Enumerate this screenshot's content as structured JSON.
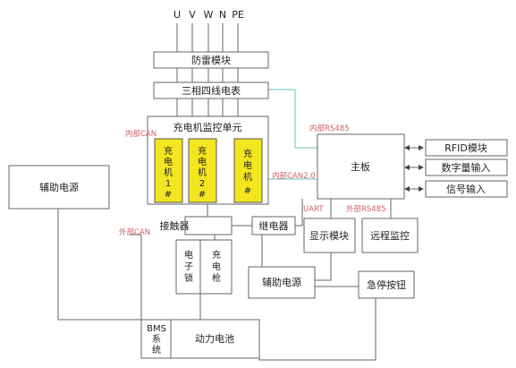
{
  "phases": [
    "U",
    "V",
    "W",
    "N",
    "PE"
  ],
  "blocks": {
    "surge": "防雷模块",
    "meter": "三相四线电表",
    "monitor": "充电机监控单元",
    "chargers": [
      [
        "充",
        "电",
        "机",
        "1",
        "#"
      ],
      [
        "充",
        "电",
        "机",
        "2",
        "#"
      ],
      [
        "充",
        "电",
        "机",
        "#"
      ]
    ],
    "main_board": "主板",
    "rfid": "RFID模块",
    "digital_input": "数字量输入",
    "signal_input": "信号输入",
    "aux_power_left": "辅助电源",
    "contactor": "接触器",
    "relay": "继电器",
    "display": "显示模块",
    "remote_monitor": "远程监控",
    "e_lock": [
      "电",
      "子",
      "锁"
    ],
    "charge_gun": [
      "充",
      "电",
      "枪"
    ],
    "aux_power_bottom": "辅助电源",
    "estop": "急停按钮",
    "bms": [
      "BMS",
      "系",
      "统"
    ],
    "battery": "动力电池"
  },
  "labels": {
    "internal_can": "内部CAN",
    "internal_rs485": "内部RS485",
    "internal_can20": "内部CAN2.0",
    "external_can": "外部CAN",
    "uart": "UART",
    "external_rs485": "外部RS485"
  },
  "colors": {
    "charger_fill": "#f3e51f",
    "label_red": "#d06060",
    "link_cyan": "#6cc1bd"
  }
}
